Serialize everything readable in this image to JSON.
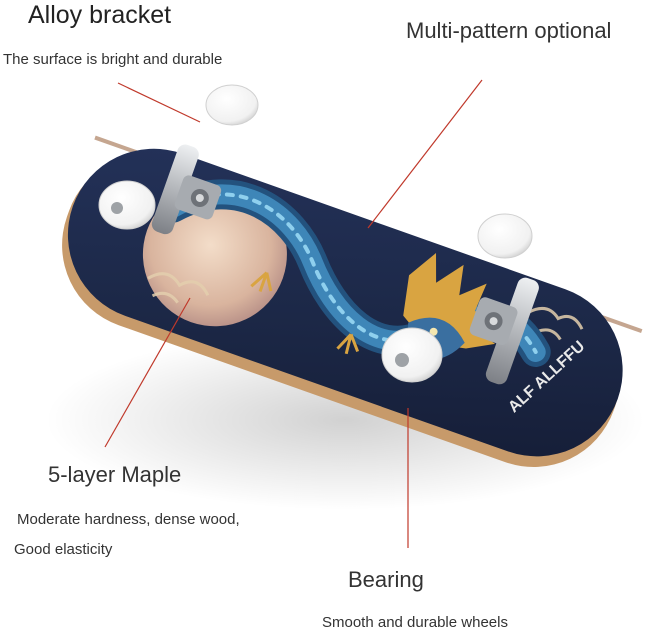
{
  "annotations": {
    "alloy": {
      "title": "Alloy bracket",
      "desc": "The surface is bright and durable"
    },
    "pattern": {
      "title": "Multi-pattern optional"
    },
    "maple": {
      "title": "5-layer Maple",
      "desc_line1": "Moderate hardness, dense wood,",
      "desc_line2": "Good elasticity"
    },
    "bearing": {
      "title": "Bearing",
      "desc": "Smooth and durable wheels"
    }
  },
  "deck": {
    "brand_text": "ALF ALLFFU"
  },
  "colors": {
    "leader_line": "#c0392b",
    "deck_navy": "#1c2847",
    "dragon_blue": "#3e86b8",
    "dragon_gold": "#d9a441",
    "moon": "#e6cbb6",
    "truck_metal": "#b9bcc0",
    "wheel": "#fafafa",
    "wood_edge": "#c79a6a"
  }
}
